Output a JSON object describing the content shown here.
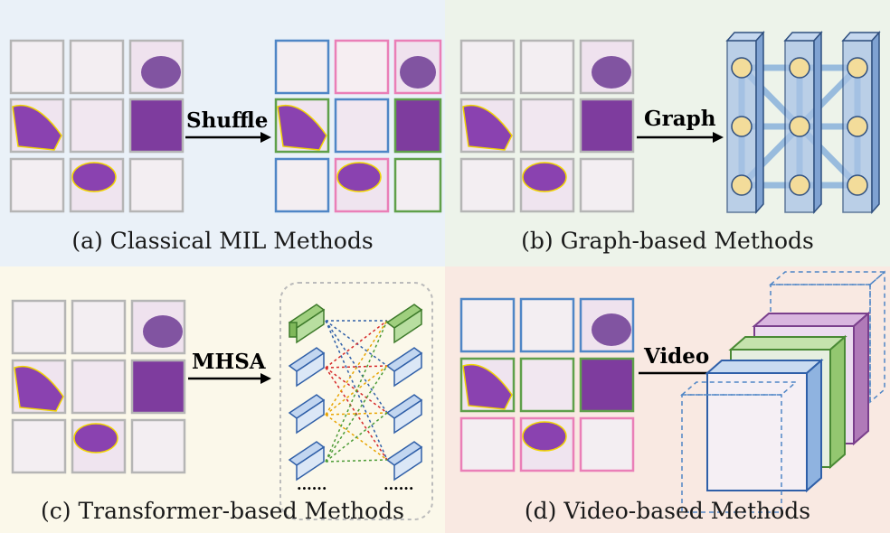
{
  "panels": {
    "a": {
      "caption": "(a) Classical MIL Methods",
      "arrow_label": "Shuffle",
      "bg": "#eaf1f8"
    },
    "b": {
      "caption": "(b) Graph-based Methods",
      "arrow_label": "Graph",
      "bg": "#edf3ea"
    },
    "c": {
      "caption": "(c) Transformer-based Methods",
      "arrow_label": "MHSA",
      "ellipsis_left": "......",
      "ellipsis_right": "......",
      "bg": "#fbf8ea"
    },
    "d": {
      "caption": "(d) Video-based Methods",
      "arrow_label": "Video",
      "bg": "#f9e9e2"
    }
  },
  "colors": {
    "blue": "#4f86c6",
    "pink": "#ea7fb7",
    "green": "#5fa04a",
    "gray": "#b5b5b5",
    "cube": "#a9c3e6",
    "node": "#f3dc9a",
    "edge": "#8fb5dc",
    "purple": "#b07ab8"
  }
}
